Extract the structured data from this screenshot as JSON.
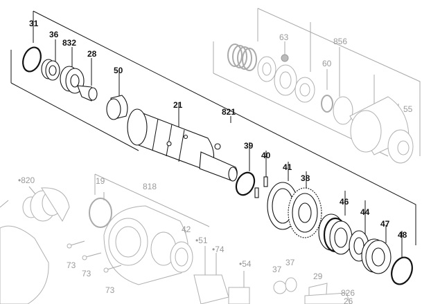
{
  "labels": {
    "l31": "31",
    "l36": "36",
    "l832": "832",
    "l28": "28",
    "l50": "50",
    "l21": "21",
    "l821": "821",
    "l39": "39",
    "l40": "40",
    "l41": "41",
    "l38": "38",
    "l46": "46",
    "l44": "44",
    "l47": "47",
    "l48": "48",
    "l63": "63",
    "l856": "856",
    "l60": "60",
    "l55": "55",
    "l820": "•820",
    "l19": "19",
    "l818": "818",
    "l42": "42",
    "l51": "•51",
    "l74": "•74",
    "l54": "•54",
    "l37a": "37",
    "l37b": "37",
    "l29": "29",
    "l826": "826",
    "l26": "26",
    "l73a": "73",
    "l73b": "73",
    "l73c": "73"
  },
  "colors": {
    "primary": "#111111",
    "faded": "#9a9a9a"
  }
}
